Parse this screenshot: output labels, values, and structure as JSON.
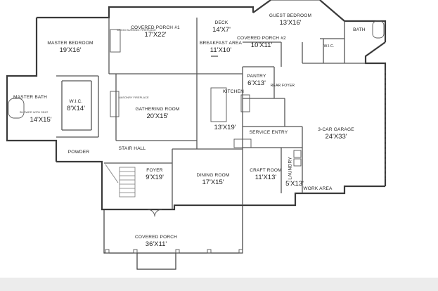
{
  "rooms": {
    "guest_bedroom": {
      "name": "GUEST BEDROOM",
      "dim": "13'X16'"
    },
    "bath": {
      "name": "BATH",
      "dim": ""
    },
    "deck": {
      "name": "DECK",
      "dim": "14'X7'"
    },
    "covered_porch_1": {
      "name": "COVERED PORCH #1",
      "dim": "17'X22'"
    },
    "master_bedroom": {
      "name": "MASTER BEDROOM",
      "dim": "19'X16'"
    },
    "breakfast_area": {
      "name": "BREAKFAST AREA",
      "dim": "11'X10'"
    },
    "covered_porch_2": {
      "name": "COVERED PORCH #2",
      "dim": "10'X11'"
    },
    "wic_guest": {
      "name": "W.I.C.",
      "dim": ""
    },
    "pantry": {
      "name": "PANTRY",
      "dim": "6'X13'"
    },
    "rear_foyer": {
      "name": "REAR FOYER",
      "dim": ""
    },
    "kitchen": {
      "name": "KITCHEN",
      "dim": "13'X19'"
    },
    "master_bath": {
      "name": "MASTER BATH",
      "dim": "14'X15'"
    },
    "wic_master": {
      "name": "W.I.C.",
      "dim": "8'X14'"
    },
    "gathering_room": {
      "name": "GATHERING ROOM",
      "dim": "20'X15'"
    },
    "garage": {
      "name": "3-CAR GARAGE",
      "dim": "24'X33'"
    },
    "service_entry": {
      "name": "SERVICE ENTRY",
      "dim": ""
    },
    "powder": {
      "name": "POWDER",
      "dim": ""
    },
    "stair_hall": {
      "name": "STAIR HALL",
      "dim": ""
    },
    "foyer": {
      "name": "FOYER",
      "dim": "9'X19'"
    },
    "dining_room": {
      "name": "DINING ROOM",
      "dim": "17'X15'"
    },
    "craft_room": {
      "name": "CRAFT ROOM",
      "dim": "11'X13'"
    },
    "laundry": {
      "name": "LAUNDRY",
      "dim": "5'X13'"
    },
    "work_area": {
      "name": "WORK AREA",
      "dim": ""
    },
    "covered_porch_front": {
      "name": "COVERED PORCH",
      "dim": "36'X11'"
    }
  },
  "notes": {
    "fireplace_porch": "WOOD BURNING FIREPLACE",
    "fireplace_gathering": "MASONRY FIREPLACE",
    "shower_note": "SHOWER WITH SEAT"
  },
  "colors": {
    "wall": "#3a3a3a",
    "line": "#6a6a6a",
    "background": "#ffffff"
  }
}
